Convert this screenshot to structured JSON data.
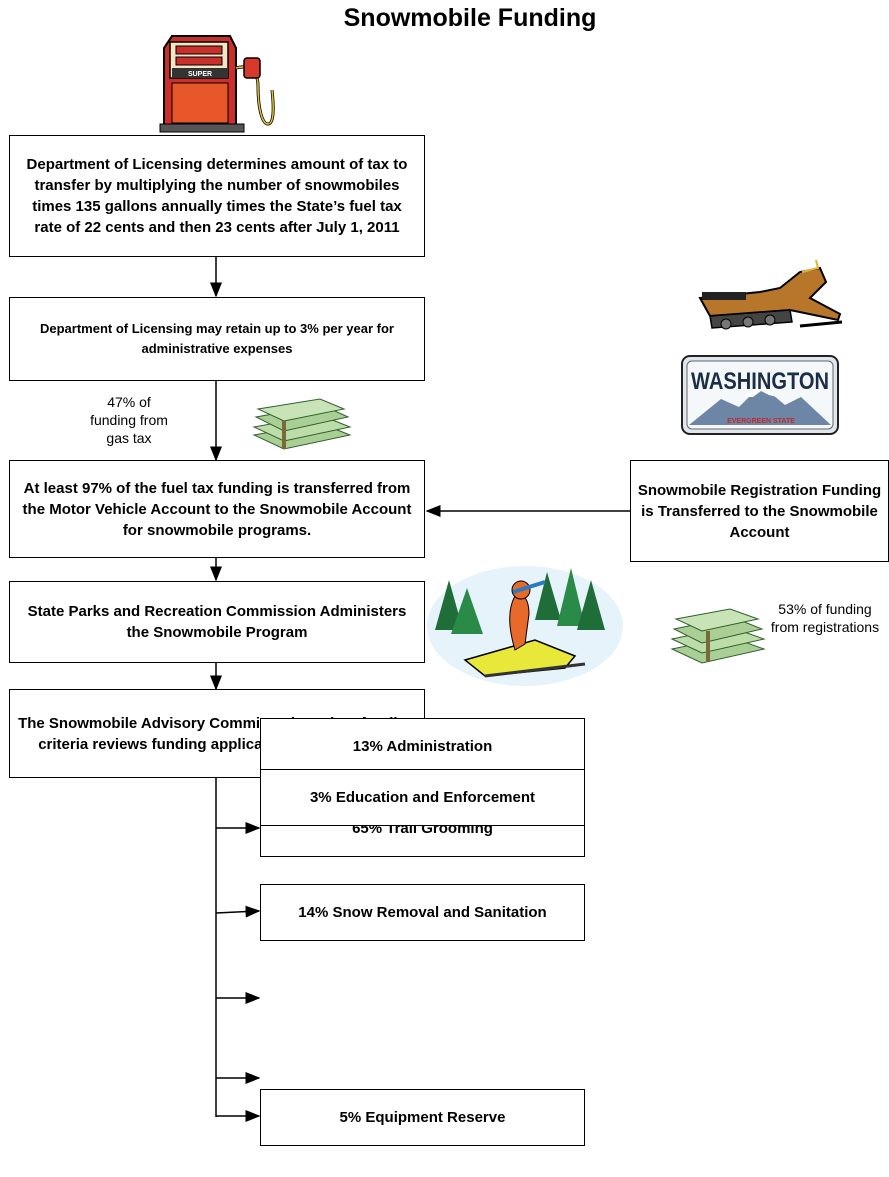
{
  "title": "Snowmobile Funding",
  "boxes": {
    "dol_determines": "Department of Licensing determines amount of tax to transfer by multiplying the number of snowmobiles times 135 gallons annually times the State’s fuel tax rate of 22 cents and then 23 cents after July 1, 2011",
    "dol_retain": "Department of Licensing  may retain up to 3% per year for administrative expenses",
    "transfer": "At least 97% of the fuel tax funding is transferred from the Motor Vehicle Account to the Snowmobile Account for snowmobile programs.",
    "registration": "Snowmobile Registration Funding is Transferred to the Snowmobile Account",
    "parks": "State Parks and Recreation Commission Administers the Snowmobile Program",
    "committee": "The Snowmobile Advisory Committee based on funding criteria reviews funding applications and requests"
  },
  "allocations": [
    "65% Trail Grooming",
    "14% Snow Removal and Sanitation",
    "13% Administration",
    "3% Education and Enforcement",
    "5% Equipment Reserve"
  ],
  "notes": {
    "gas_tax": "47% of funding from gas tax",
    "registrations": "53% of funding from registrations"
  },
  "plate": {
    "state": "WASHINGTON",
    "motto": "EVERGREEN STATE"
  },
  "pump_label": "SUPER"
}
